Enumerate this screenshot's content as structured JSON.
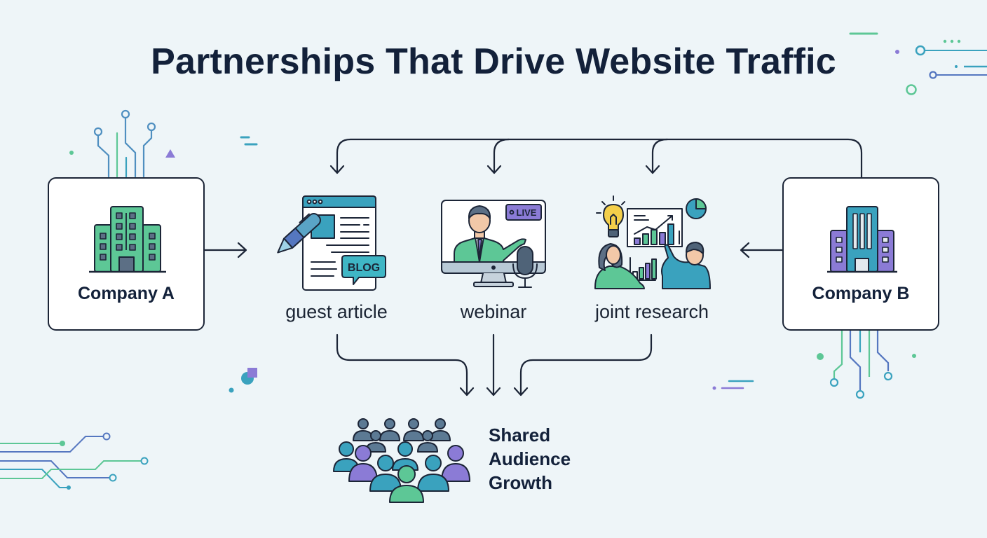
{
  "title": "Partnerships That Drive Website Traffic",
  "companies": [
    {
      "label": "Company A",
      "icon": "building-green-icon",
      "color": "#5dc796"
    },
    {
      "label": "Company B",
      "icon": "building-purple-teal-icon",
      "color": "#3aa2be"
    }
  ],
  "channels": [
    {
      "label": "guest article",
      "icon": "blog-article-icon",
      "badge": "BLOG"
    },
    {
      "label": "webinar",
      "icon": "webinar-monitor-icon",
      "badge": "LIVE"
    },
    {
      "label": "joint research",
      "icon": "research-team-icon"
    }
  ],
  "outcome": {
    "lines": [
      "Shared",
      "Audience",
      "Growth"
    ],
    "icon": "audience-crowd-icon"
  },
  "colors": {
    "background": "#eef5f8",
    "ink": "#13213a",
    "green": "#5dc796",
    "teal": "#3aa2be",
    "purple": "#8b7bd6",
    "slate": "#5c7a94"
  }
}
